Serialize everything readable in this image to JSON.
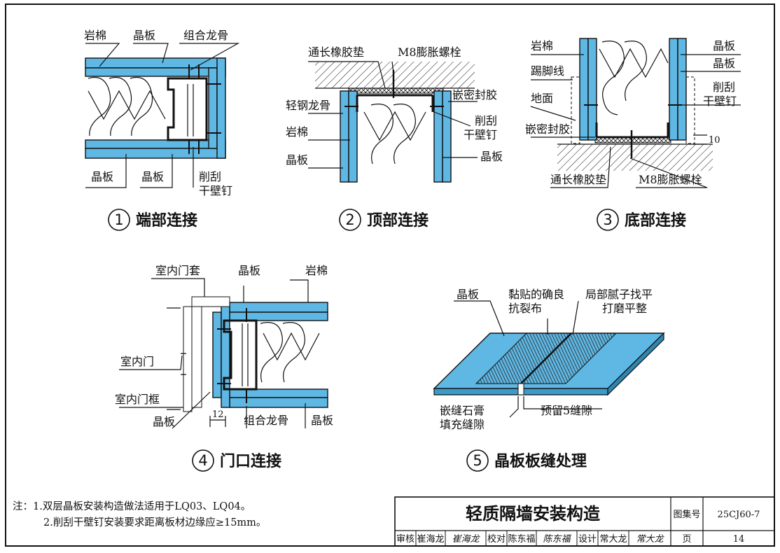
{
  "drawing": {
    "d1": {
      "number": "1",
      "title": "端部连接",
      "rock_wool": "岩棉",
      "board": "晶板",
      "keel": "组合龙骨",
      "board_b1": "晶板",
      "board_b2": "晶板",
      "screw_1": "削刮",
      "screw_2": "干壁钉"
    },
    "d2": {
      "number": "2",
      "title": "顶部连接",
      "gasket": "通长橡胶垫",
      "bolt": "M8膨胀螺栓",
      "keel": "轻钢龙骨",
      "rock_wool": "岩棉",
      "board_l": "晶板",
      "sealant": "嵌密封胶",
      "screw_1": "削刮",
      "screw_2": "干壁钉",
      "board_r": "晶板"
    },
    "d3": {
      "number": "3",
      "title": "底部连接",
      "rock_wool": "岩棉",
      "skirting": "踢脚线",
      "floor": "地面",
      "sealant": "嵌密封胶",
      "board_1": "晶板",
      "board_2": "晶板",
      "screw_1": "削刮",
      "screw_2": "干壁钉",
      "gasket": "通长橡胶垫",
      "bolt": "M8膨胀螺栓",
      "dim": "10"
    },
    "d4": {
      "number": "4",
      "title": "门口连接",
      "door_trim": "室内门套",
      "board_top": "晶板",
      "rock_wool": "岩棉",
      "door": "室内门",
      "door_frame": "室内门框",
      "board_left": "晶板",
      "dim": "12",
      "keel": "组合龙骨",
      "board_right": "晶板"
    },
    "d5": {
      "number": "5",
      "title": "晶板板缝处理",
      "board": "晶板",
      "mesh_1": "黏贴的确良",
      "mesh_2": "抗裂布",
      "putty_1": "局部腻子找平",
      "putty_2": "打磨平整",
      "joint_1": "嵌缝石膏",
      "joint_2": "填充缝隙",
      "gap": "预留5缝隙"
    }
  },
  "notes": {
    "n1": "注：1.双层晶板安装构造做法适用于LQ03、LQ04。",
    "n2": "2.削刮干壁钉安装要求距离板材边缘应≥15mm。"
  },
  "title_block": {
    "title": "轻质隔墙安装构造",
    "atlas_label": "图集号",
    "atlas_no": "25CJ60-7",
    "page_label": "页",
    "page_no": "14",
    "review_label": "审核",
    "reviewer": "崔海龙",
    "reviewer_sig": "崔海龙",
    "check_label": "校对",
    "checker": "陈东福",
    "checker_sig": "陈东福",
    "design_label": "设计",
    "designer": "常大龙",
    "designer_sig": "常大龙"
  },
  "colors": {
    "board": "#5fb7e3",
    "line": "#111111"
  }
}
